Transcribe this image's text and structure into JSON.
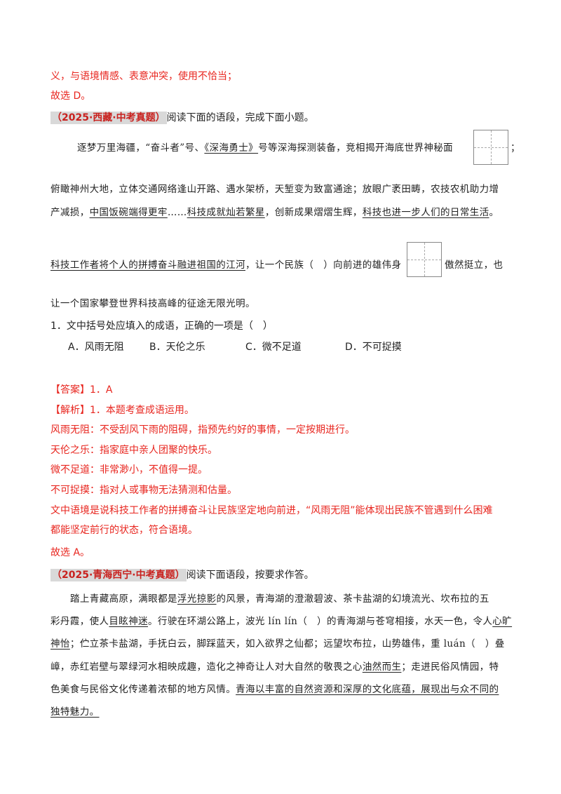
{
  "top": {
    "line1": "义，与语境情感、表意冲突，使用不恰当；",
    "line2": "故选 D。"
  },
  "q1": {
    "tag": "（2025·西藏·中考真题）",
    "intro": "阅读下面的语段，完成下面小题。",
    "p1a": "逐梦万里海疆，“奋斗者”号、",
    "p1b": "《深海勇士》",
    "p1c": "号等深海探测装备，竞相揭",
    "p1d": "开海底世界神秘面",
    "p1e": "；",
    "p2a": "俯瞰神州大地，立体交通网络逢山开路、遇水架桥，天堑变为致富通途；放眼广袤田畴，农技农机助力增",
    "p3a": "产减损，",
    "p3b": "中国饭碗端得更牢",
    "p3c": "……",
    "p3d": "科技成就灿若繁星",
    "p3e": "，创新成果熠熠生辉，",
    "p3f": "科技也进一步人们的日常生活",
    "p3g": "。",
    "p4a": "科技工作者将个人的拼搏奋斗融进祖国的江河",
    "p4b": "，让一个民族（　）向前进的雄伟身",
    "p4c": "傲然挺立，也",
    "p5": "让一个国家攀登世界科技高峰的征途无限光明。",
    "question": "1．文中括号处应填入的成语，正确的一项是（　）",
    "options": [
      "A．风雨无阻",
      "B．天伦之乐",
      "C．微不足道",
      "D．不可捉摸"
    ]
  },
  "a1": {
    "answer": "【答案】1．A",
    "analysis": "【解析】1．本题考查成语运用。",
    "l1": "风雨无阻：不受刮风下雨的阻碍，指预先约好的事情，一定按期进行。",
    "l2": "天伦之乐：指家庭中亲人团聚的快乐。",
    "l3": "微不足道：非常渺小，不值得一提。",
    "l4": "不可捉摸：指对人或事物无法猜测和估量。",
    "l5": "文中语境是说科技工作者的拼搏奋斗让民族坚定地向前进，“风雨无阻”能体现出民族不管遇到什么困难",
    "l6": "都能坚定前行的状态，符合语境。",
    "l7": "故选 A。"
  },
  "q2": {
    "tag": "（2025·青海西宁·中考真题）",
    "intro": "阅读下面语段，按要求作答。",
    "r1a": "踏上青藏高原，满眼都是",
    "r1b": "浮光掠影",
    "r1c": "的风景，青海湖的澄澈碧波、茶卡盐湖的幻境流光、坎布拉的五",
    "r2a": "彩丹霞，使人",
    "r2b": "目眩神迷",
    "r2c": "。行驶在环湖公路上，波光 lín lín（　）的青海湖与苍穹相接，水天一色，令人",
    "r2d": "心旷",
    "r3a": "神怡",
    "r3b": "；伫立茶卡盐湖，手抚白云，脚踩蓝天，如入欲界之仙都；远望坎布拉，山势雄伟，重 luán（　）叠",
    "r4a": "嶂，赤红岩壁与翠绿河水相映成趣，造化之神奇让人对大自然的敬畏之心",
    "r4b": "油然而生",
    "r4c": "；走进民俗风情园，特",
    "r5a": "色美食与民俗文化传递着浓郁的地方风情。",
    "r5b": "青海以丰富的自然资源和深厚的文化底蕴，展现出与众不同的",
    "r6": "独特魅力。"
  }
}
